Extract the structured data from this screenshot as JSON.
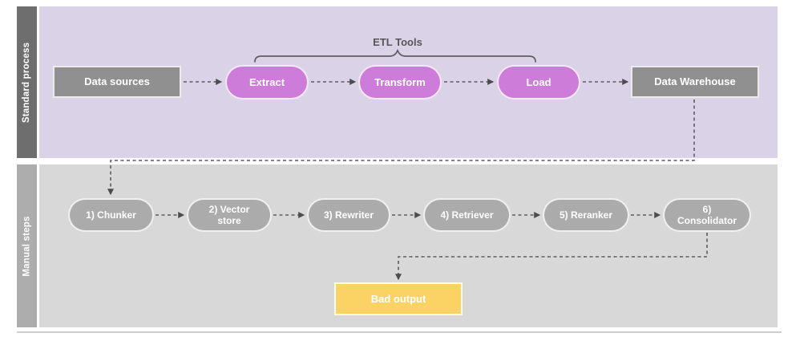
{
  "lanes": {
    "standard": "Standard process",
    "manual": "Manual steps"
  },
  "nodes": {
    "data_sources": "Data sources",
    "extract": "Extract",
    "transform": "Transform",
    "load": "Load",
    "data_warehouse": "Data Warehouse",
    "chunker": "1) Chunker",
    "vector_store": "2) Vector store",
    "rewriter": "3) Rewriter",
    "retriever": "4) Retriever",
    "reranker": "5) Reranker",
    "consolidator": "6) Consolidator",
    "bad_output": "Bad output"
  },
  "annotations": {
    "etl_tools": "ETL Tools"
  },
  "colors": {
    "pill_purple": "#cd7cda",
    "box_gray": "#909090",
    "pill_gray": "#ababab",
    "bad_output_yellow": "#fbd364",
    "lane_standard_bg": "#dad3e8",
    "lane_standard_bar": "#6e6e6e",
    "lane_manual_bg": "#d8d8d8",
    "lane_manual_bar": "#adadad",
    "connector_gray": "#5c5c5c",
    "arrowhead_gray": "#4d4d4d"
  }
}
